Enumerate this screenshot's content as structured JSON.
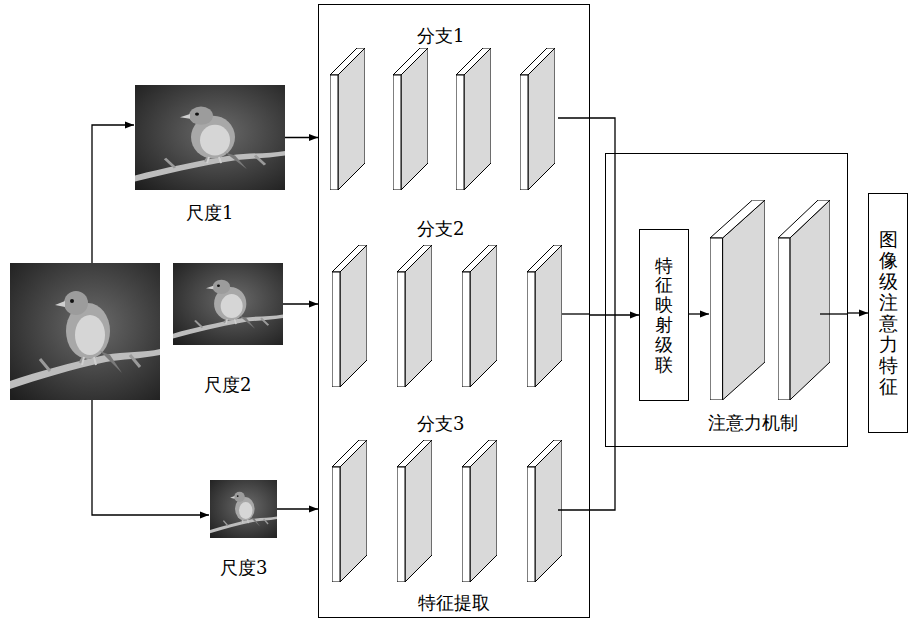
{
  "diagram": {
    "nodes": [
      {
        "text": [
          "尺度1"
        ]
      },
      {
        "text": [
          "尺度2"
        ]
      },
      {
        "text": [
          "尺度3"
        ]
      },
      {
        "text": [
          "分支1",
          "分支2",
          "分支3",
          "特征提取"
        ]
      },
      {
        "text": [
          "注意力机制"
        ]
      },
      {
        "text": [
          "特征映射级联"
        ],
        "in": 4
      },
      {
        "text": [
          "图像级注意力特征"
        ]
      }
    ],
    "edges": [
      {
        "from": 0,
        "to": 3,
        "arrow": "to"
      },
      {
        "from": 1,
        "to": 3,
        "arrow": "to"
      },
      {
        "from": 2,
        "to": 3,
        "arrow": "to"
      },
      {
        "from": 3,
        "to": 5,
        "arrow": "to"
      },
      {
        "from": 4,
        "to": 6,
        "arrow": "to"
      }
    ]
  }
}
